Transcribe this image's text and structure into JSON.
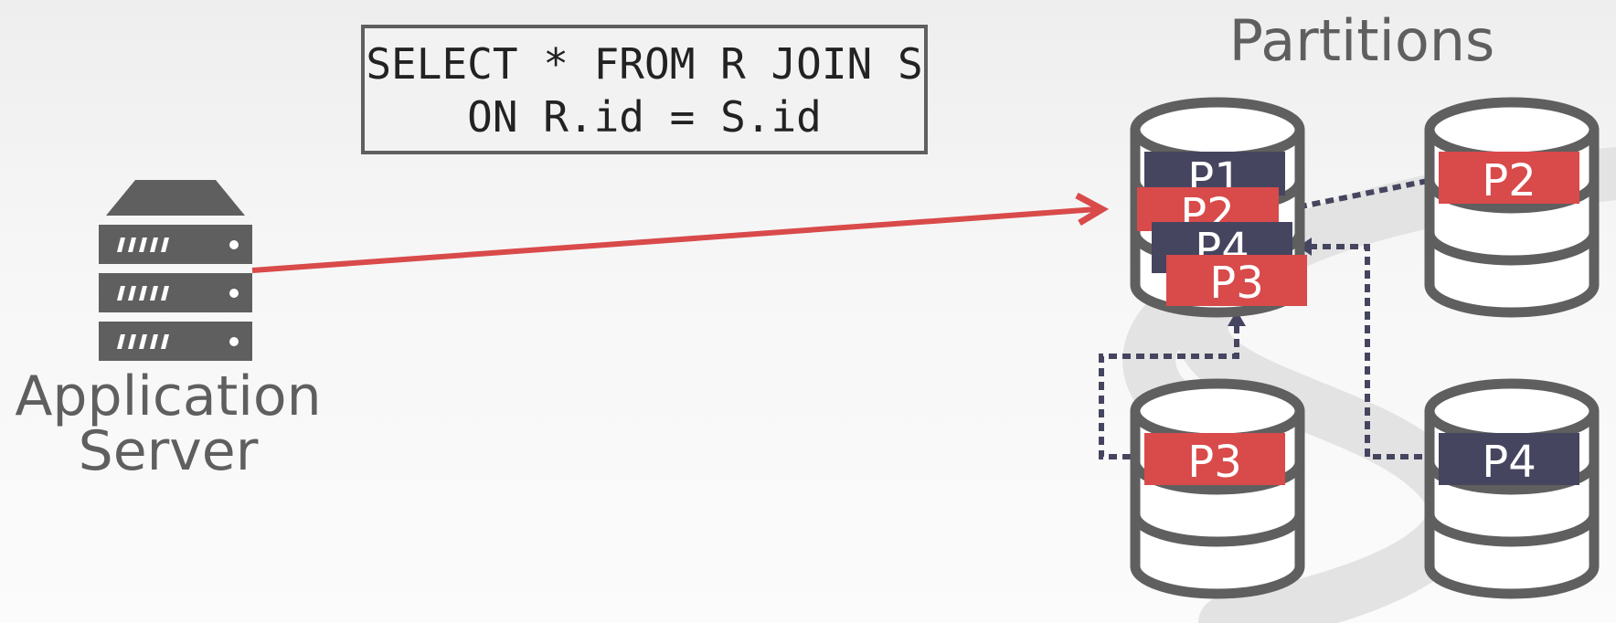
{
  "query": {
    "line1": "SELECT * FROM R JOIN S",
    "line2": "ON R.id = S.id"
  },
  "partitions_title": "Partitions",
  "app_server": {
    "line1": "Application",
    "line2": "Server"
  },
  "stacked_partitions": [
    "P1",
    "P2",
    "P4",
    "P3"
  ],
  "node_labels": {
    "top_right": "P2",
    "bottom_left": "P3",
    "bottom_right": "P4"
  },
  "colors": {
    "red": "#d94a4a",
    "navy": "#454560",
    "gray": "#5f5f5f"
  }
}
